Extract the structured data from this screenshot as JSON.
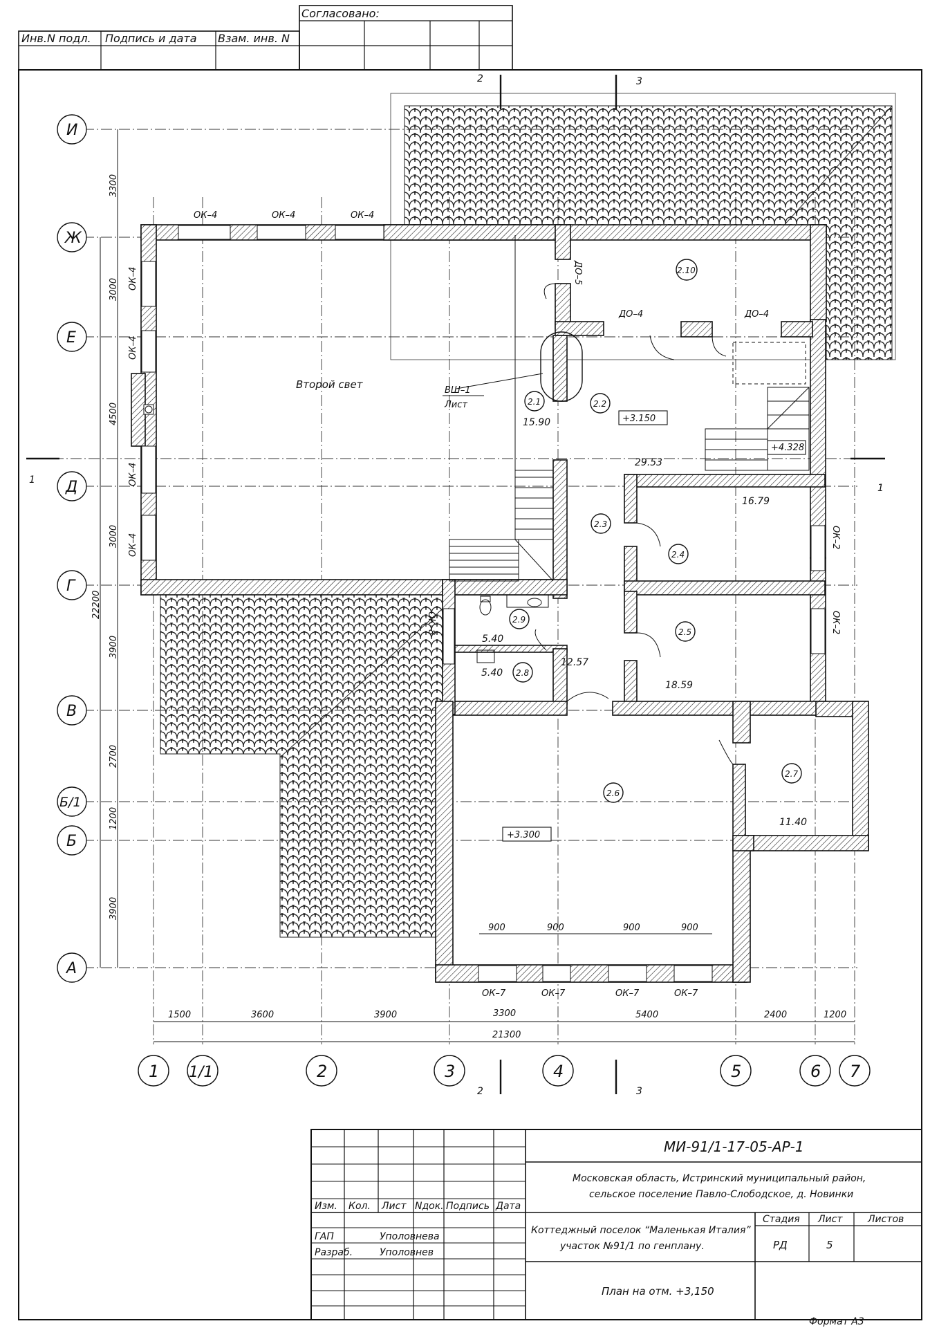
{
  "header_stamp": {
    "col1": "Инв.N подл.",
    "col2": "Подпись и дата",
    "col3": "Взам. инв. N",
    "agreed": "Согласовано:"
  },
  "axes_letters": [
    "И",
    "Ж",
    "Е",
    "Д",
    "Г",
    "В",
    "Б/1",
    "Б",
    "А"
  ],
  "axes_numbers": [
    "1",
    "1/1",
    "2",
    "3",
    "4",
    "5",
    "6",
    "7"
  ],
  "dims_vertical": [
    "3300",
    "3000",
    "4500",
    "3000",
    "3900",
    "2700",
    "1200",
    "3900"
  ],
  "dim_total_vertical": "22200",
  "dims_horizontal": [
    "1500",
    "3600",
    "3900",
    "3300",
    "5400",
    "2400",
    "1200"
  ],
  "dim_total_horizontal": "21300",
  "section_marks": {
    "s1": "1",
    "s2": "2",
    "s3": "3"
  },
  "window_tags": {
    "top": [
      "ОК–4",
      "ОК–4",
      "ОК–4"
    ],
    "left": [
      "ОК–4",
      "ОК–4",
      "ОК–4",
      "ОК–4"
    ],
    "right": [
      "ОК–2",
      "ОК–2"
    ],
    "bottom": [
      "ОК–7",
      "ОК–7",
      "ОК–7",
      "ОК–7"
    ],
    "wc": "ОК–8"
  },
  "door_tags": [
    "ДО–5",
    "ДО–4",
    "ДО–4"
  ],
  "labels": {
    "second_light": "Второй свет",
    "vsh_1": "ВШ–1",
    "vsh_2": "Лист",
    "level_main": "+3.150",
    "level_stair": "+4.328",
    "level_hall": "+3.300",
    "window_dims": [
      "900",
      "900",
      "900",
      "900"
    ]
  },
  "rooms": [
    {
      "id": "2.1",
      "area": "15.90"
    },
    {
      "id": "2.2",
      "area": "29.53"
    },
    {
      "id": "2.3",
      "area": ""
    },
    {
      "id": "2.4",
      "area": "16.79"
    },
    {
      "id": "2.5",
      "area": "18.59"
    },
    {
      "id": "2.6",
      "area": ""
    },
    {
      "id": "2.7",
      "area": "11.40"
    },
    {
      "id": "2.8",
      "area": "5.40"
    },
    {
      "id": "2.9",
      "area": "5.40"
    },
    {
      "id": "2.10",
      "area": ""
    }
  ],
  "corridor_area": "12.57",
  "title_block": {
    "code": "МИ-91/1-17-05-АР-1",
    "address_1": "Московская область, Истринский муниципальный район,",
    "address_2": "сельское поселение Павло-Слободское, д. Новинки",
    "project_1": "Коттеджный поселок “Маленькая Италия”",
    "project_2": "участок №91/1 по генплану.",
    "sheet_title": "План на отм. +3,150",
    "col_headers": [
      "Изм.",
      "Кол.",
      "Лист",
      "Nдок.",
      "Подпись",
      "Дата"
    ],
    "roles": [
      {
        "role": "ГАП",
        "name": "Уполовнева"
      },
      {
        "role": "Разраб.",
        "name": "Уполовнев"
      }
    ],
    "stage_label": "Стадия",
    "sheet_label": "Лист",
    "sheets_label": "Листов",
    "stage": "РД",
    "sheet": "5",
    "sheets": ""
  },
  "format": "Формат А3"
}
